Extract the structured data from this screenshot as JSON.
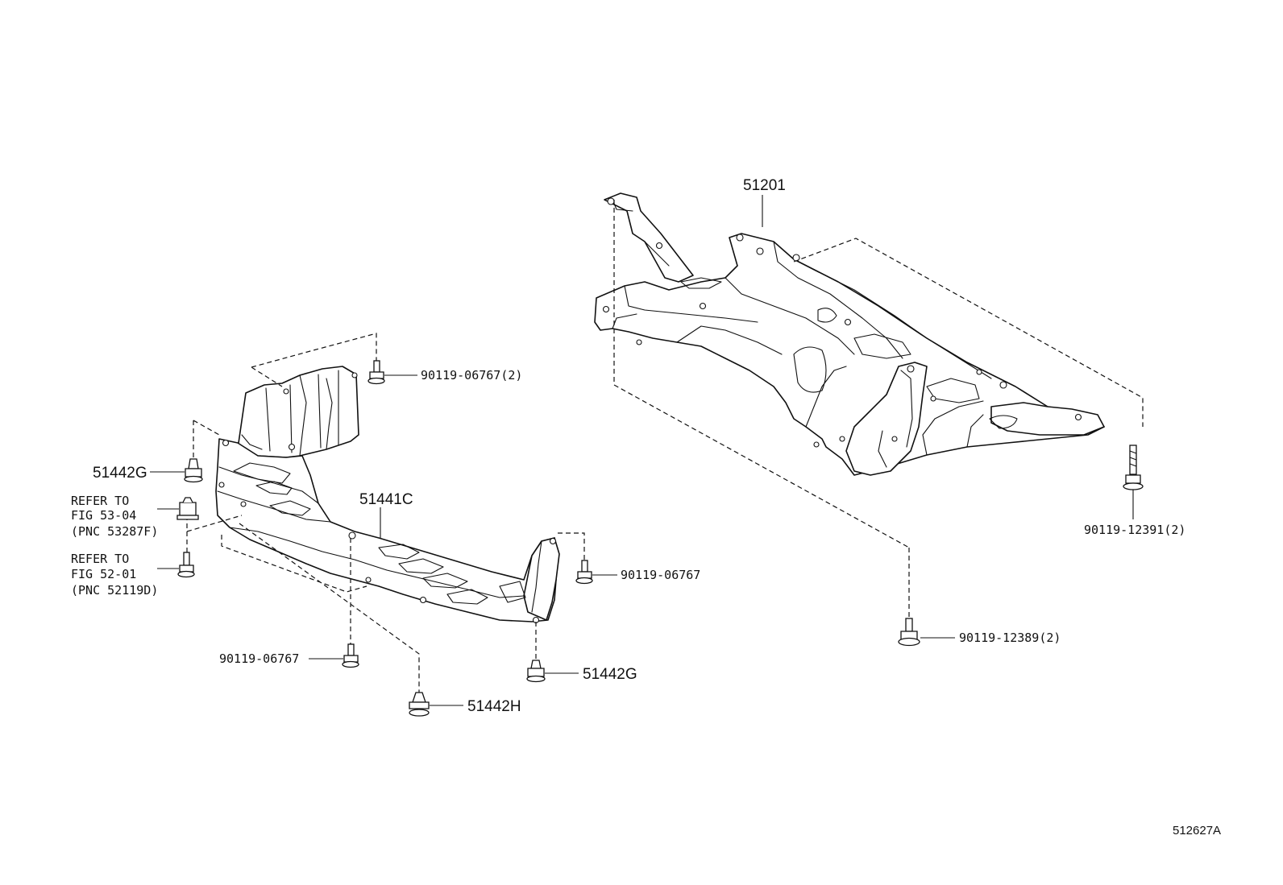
{
  "labels": {
    "crossmember": "51201",
    "crossmember_bolt_rear": "90119-12391(2)",
    "crossmember_bolt_front": "90119-12389(2)",
    "cover_center": "51441C",
    "cover_bolt_top": "90119-06767(2)",
    "cover_bolt_right": "90119-06767",
    "cover_bolt_bottom": "90119-06767",
    "clip_left": "51442G",
    "clip_bottom_right": "51442G",
    "clip_bottom": "51442H",
    "refer1_line1": "REFER TO",
    "refer1_line2": "FIG 53-04",
    "refer1_line3": "(PNC 53287F)",
    "refer2_line1": "REFER TO",
    "refer2_line2": "FIG 52-01",
    "refer2_line3": "(PNC 52119D)",
    "figure_id": "512627A"
  }
}
